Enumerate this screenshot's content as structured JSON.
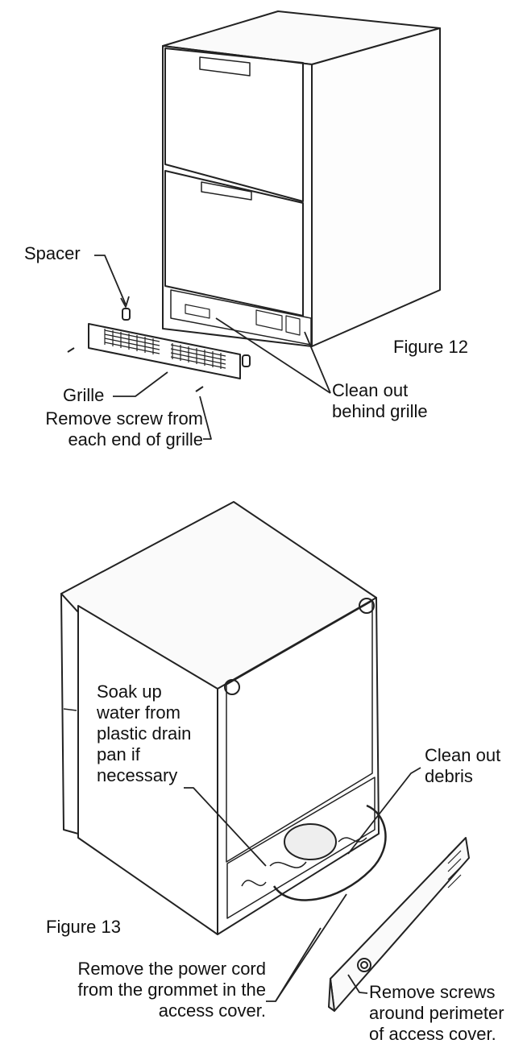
{
  "figure12": {
    "caption": "Figure 12",
    "spacer_label": "Spacer",
    "grille_label": "Grille",
    "remove_screw_label": [
      "Remove screw from",
      "each end of grille"
    ],
    "clean_out_label": [
      "Clean out",
      "behind grille"
    ]
  },
  "figure13": {
    "caption": "Figure 13",
    "soak_label": [
      "Soak up",
      "water from",
      "plastic drain",
      "pan if",
      "necessary"
    ],
    "debris_label": [
      "Clean out",
      "debris"
    ],
    "power_cord_label": [
      "Remove the power cord",
      "from the grommet in the",
      "access cover."
    ],
    "screws_label": [
      "Remove screws",
      "around perimeter",
      "of access cover."
    ]
  }
}
